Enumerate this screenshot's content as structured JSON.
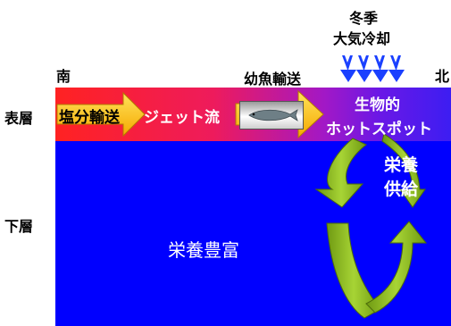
{
  "labels": {
    "winter": "冬季",
    "cooling": "大気冷却",
    "south": "南",
    "north": "北",
    "larval_transport": "幼魚輸送",
    "surface_layer": "表層",
    "lower_layer": "下層",
    "salt_transport": "塩分輸送",
    "jet_stream": "ジェット流",
    "bio_line1": "生物的",
    "bio_line2": "ホットスポット",
    "supply_line1": "栄養",
    "supply_line2": "供給",
    "nutrient_rich": "栄養豊富"
  },
  "colors": {
    "surface_red": "#ff2222",
    "surface_purple": "#6a18e6",
    "deep_blue": "#0000ff",
    "arrow_yellow": "#ffd21f",
    "circulation_green": "#8fc31f",
    "cooling_blue": "#1a40ff"
  },
  "icons": {
    "fish": "fish-icon",
    "cooling_arrows": "down-arrow-icon",
    "circulation": "curved-arrow-icon"
  }
}
